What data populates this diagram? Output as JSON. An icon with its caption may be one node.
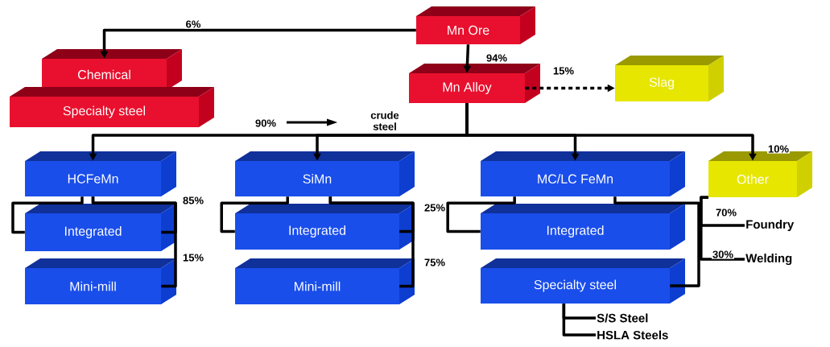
{
  "diagram": {
    "nodes": [
      {
        "text": [
          "Mn Ore"
        ]
      },
      {
        "text": [
          "Chemical"
        ]
      },
      {
        "text": [
          "Specialty steel"
        ]
      },
      {
        "text": [
          "Mn Alloy"
        ]
      },
      {
        "text": [
          "Slag"
        ]
      },
      {
        "text": [
          "HCFeMn"
        ]
      },
      {
        "text": [
          "Integrated"
        ]
      },
      {
        "text": [
          "Mini-mill"
        ]
      },
      {
        "text": [
          "SiMn"
        ]
      },
      {
        "text": [
          "Integrated"
        ]
      },
      {
        "text": [
          "Mini-mill"
        ]
      },
      {
        "text": [
          "MC/LC FeMn"
        ]
      },
      {
        "text": [
          "Integrated"
        ]
      },
      {
        "text": [
          "Specialty steel"
        ]
      },
      {
        "text": [
          "Other"
        ]
      },
      {
        "text": [
          "Foundry"
        ]
      },
      {
        "text": [
          "Welding"
        ]
      },
      {
        "text": [
          "S/S Steel"
        ]
      },
      {
        "text": [
          "HSLA Steels"
        ]
      }
    ],
    "edges": [
      {
        "from": 0,
        "to": 1,
        "arrow": "to",
        "label": "6%"
      },
      {
        "from": 0,
        "to": 3,
        "arrow": "to",
        "label": "94%"
      },
      {
        "from": 3,
        "to": 4,
        "arrow": "to",
        "label": "15%",
        "style": "dashed"
      },
      {
        "from": 3,
        "to": 5,
        "arrow": "to"
      },
      {
        "from": 3,
        "to": 8,
        "arrow": "to"
      },
      {
        "from": 3,
        "to": 11,
        "arrow": "to"
      },
      {
        "from": 3,
        "to": 14,
        "arrow": "to",
        "label": "10%"
      },
      {
        "from": 5,
        "to": 6,
        "arrow": "none"
      },
      {
        "from": 5,
        "to": 6,
        "arrow": "none",
        "label": "85%"
      },
      {
        "from": 5,
        "to": 7,
        "arrow": "none",
        "label": "15%"
      },
      {
        "from": 8,
        "to": 9,
        "arrow": "none"
      },
      {
        "from": 8,
        "to": 9,
        "arrow": "none",
        "label": "25%"
      },
      {
        "from": 8,
        "to": 10,
        "arrow": "none",
        "label": "75%"
      },
      {
        "from": 11,
        "to": 12,
        "arrow": "none"
      },
      {
        "from": 11,
        "to": 13,
        "arrow": "none"
      },
      {
        "from": 14,
        "to": 15,
        "arrow": "none",
        "label": "70%"
      },
      {
        "from": 14,
        "to": 16,
        "arrow": "none",
        "label": "30%"
      },
      {
        "from": 13,
        "to": 17,
        "arrow": "none"
      },
      {
        "from": 13,
        "to": 18,
        "arrow": "none"
      }
    ],
    "labels": [
      "90%",
      "crude steel"
    ]
  }
}
